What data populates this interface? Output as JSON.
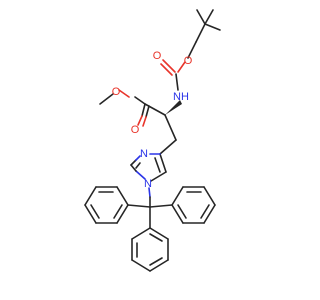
{
  "atom_labels": {
    "carbamate_o_carbonyl": "O",
    "carbamate_o_ester": "O",
    "amide_nh": "NH",
    "ester_o_methoxy": "O",
    "ester_o_carbonyl": "O",
    "imidazole_n3": "N",
    "imidazole_n1": "N"
  },
  "colors": {
    "bond": "#262626",
    "oxygen": "#e8352b",
    "nitrogen": "#2b35e8"
  }
}
